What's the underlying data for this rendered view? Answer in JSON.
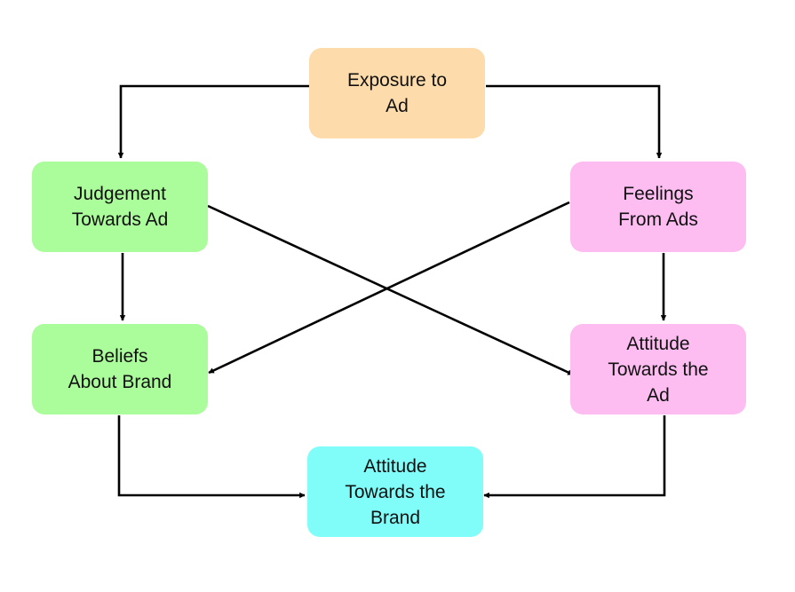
{
  "nodes": {
    "exposure": {
      "label": "Exposure to\nAd",
      "color": "#FDDBAA"
    },
    "judgement": {
      "label": "Judgement\nTowards Ad",
      "color": "#ABFC9A"
    },
    "feelings": {
      "label": "Feelings\nFrom Ads",
      "color": "#FDBDF1"
    },
    "beliefs": {
      "label": "Beliefs\nAbout Brand",
      "color": "#ABFC9A"
    },
    "attitude_ad": {
      "label": "Attitude\nTowards the\nAd",
      "color": "#FDBDF1"
    },
    "attitude_brand": {
      "label": "Attitude\nTowards the\nBrand",
      "color": "#80FDF9"
    }
  },
  "edges": [
    {
      "from": "exposure",
      "to": "judgement"
    },
    {
      "from": "exposure",
      "to": "feelings"
    },
    {
      "from": "judgement",
      "to": "beliefs"
    },
    {
      "from": "judgement",
      "to": "attitude_ad"
    },
    {
      "from": "feelings",
      "to": "beliefs"
    },
    {
      "from": "feelings",
      "to": "attitude_ad"
    },
    {
      "from": "beliefs",
      "to": "attitude_brand"
    },
    {
      "from": "attitude_ad",
      "to": "attitude_brand"
    }
  ],
  "colors": {
    "edge": "#000000",
    "text": "#111111",
    "background": "#FFFFFF"
  }
}
